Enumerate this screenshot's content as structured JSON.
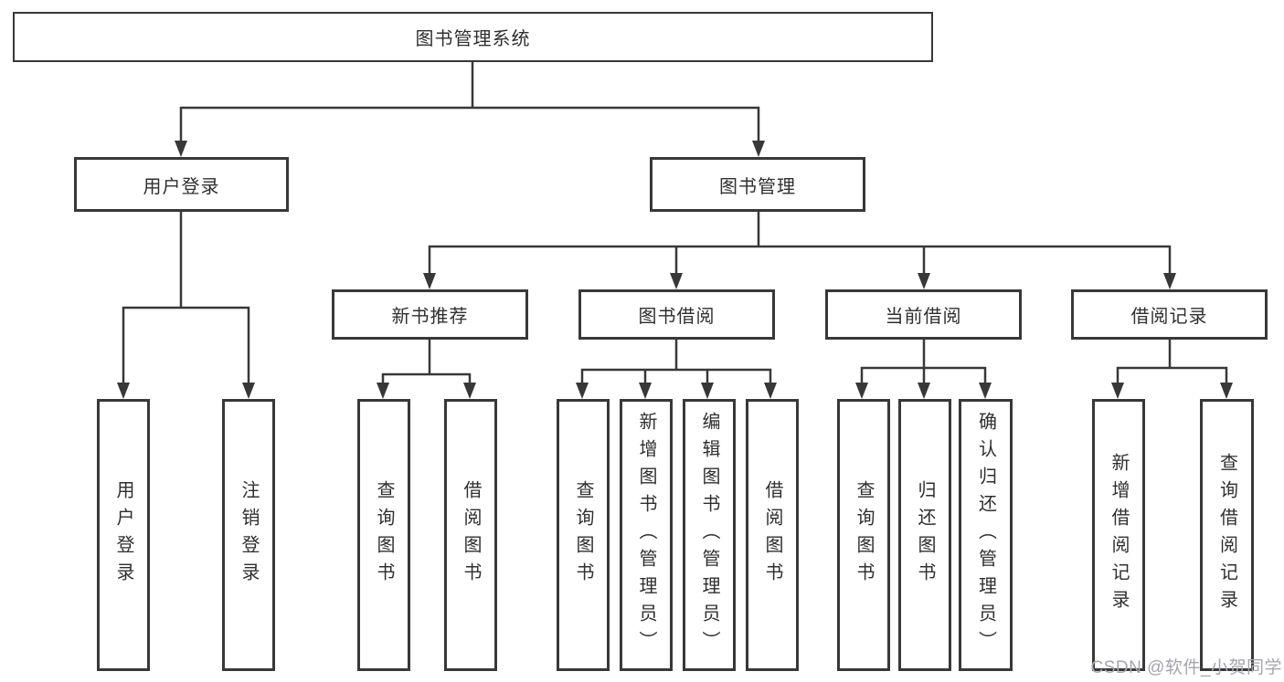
{
  "diagram": {
    "type": "hierarchy-tree",
    "root": {
      "label": "图书管理系统"
    },
    "level2": [
      {
        "label": "用户登录",
        "children": [
          {
            "label": "用户登录"
          },
          {
            "label": "注销登录"
          }
        ]
      },
      {
        "label": "图书管理",
        "children": [
          {
            "label": "新书推荐",
            "children": [
              {
                "label": "查询图书"
              },
              {
                "label": "借阅图书"
              }
            ]
          },
          {
            "label": "图书借阅",
            "children": [
              {
                "label": "查询图书"
              },
              {
                "label": "新增图书（管理员）"
              },
              {
                "label": "编辑图书（管理员）"
              },
              {
                "label": "借阅图书"
              }
            ]
          },
          {
            "label": "当前借阅",
            "children": [
              {
                "label": "查询图书"
              },
              {
                "label": "归还图书"
              },
              {
                "label": "确认归还（管理员）"
              }
            ]
          },
          {
            "label": "借阅记录",
            "children": [
              {
                "label": "新增借阅记录"
              },
              {
                "label": "查询借阅记录"
              }
            ]
          }
        ]
      }
    ]
  },
  "watermark": {
    "text": "CSDN @软件_小贺同学"
  },
  "colors": {
    "line": "#383838",
    "text": "#2f2f2f",
    "background": "#ffffff",
    "watermark": "#a5a5ae"
  }
}
